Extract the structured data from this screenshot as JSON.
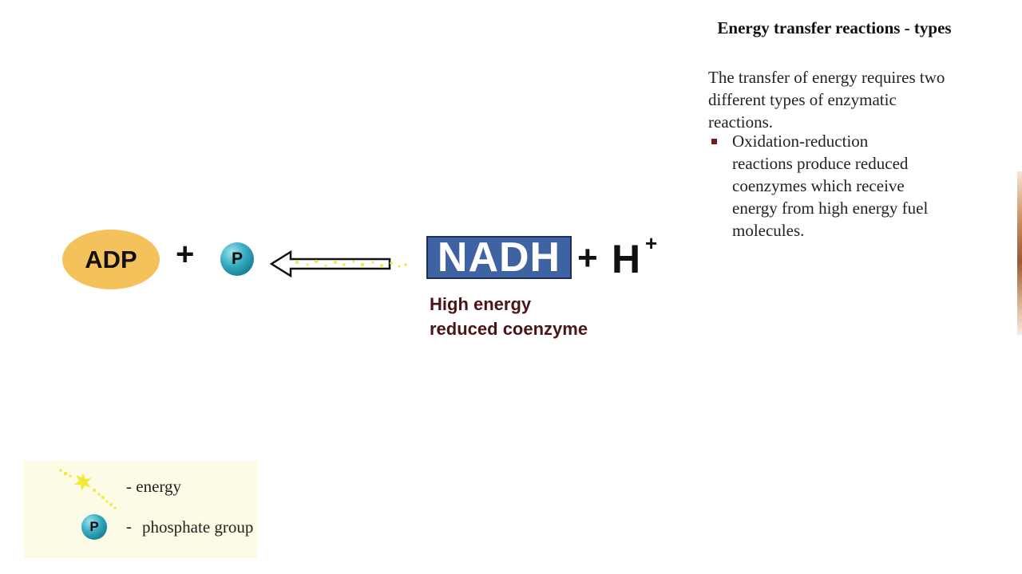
{
  "panel": {
    "title": "Energy transfer reactions - types",
    "intro": "The transfer of energy requires two different types of enzymatic reactions.",
    "bullets": [
      "Oxidation-reduction reactions produce reduced coenzymes which receive energy from high energy fuel molecules."
    ]
  },
  "reaction": {
    "adp_label": "ADP",
    "plus_1": "+",
    "phosphate_label": "P",
    "nadh_label": "NADH",
    "plus_2": "+",
    "h_label": "H",
    "h_charge": "+",
    "nadh_caption": "High energy reduced coenzyme"
  },
  "legend": {
    "energy_text": "- energy",
    "phosphate_symbol": "P",
    "phosphate_dash": "-",
    "phosphate_text": "phosphate group"
  },
  "colors": {
    "adp_fill": "#f5c15a",
    "nadh_fill": "#3f63a2",
    "caption_text": "#4a1518",
    "bullet_marker": "#7a1820",
    "legend_background": "#fbfbe6",
    "energy_spark": "#f2ea3a"
  }
}
